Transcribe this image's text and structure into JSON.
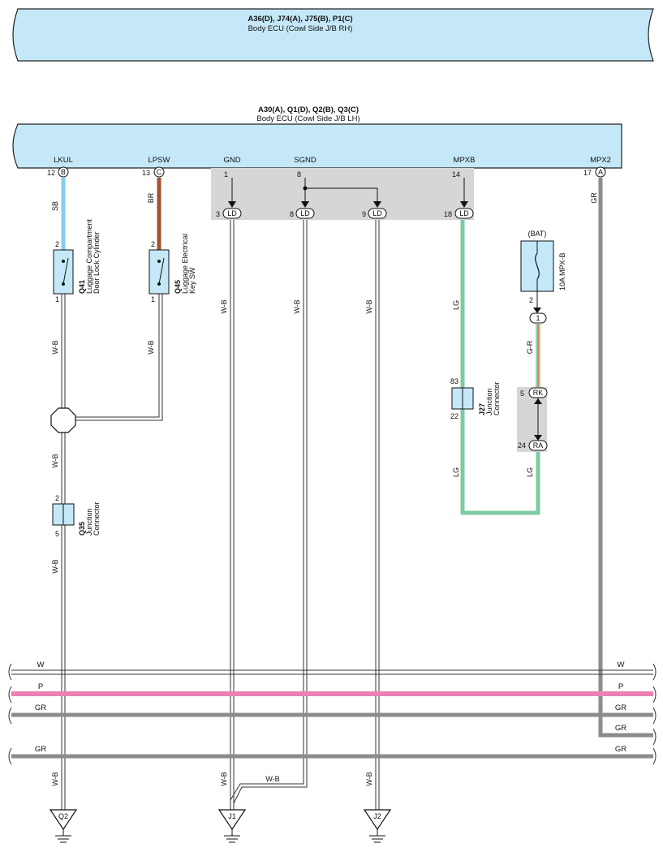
{
  "top_ecu": {
    "title": "A36(D), J74(A), J75(B), P1(C)",
    "subtitle": "Body ECU (Cowl Side J/B RH)"
  },
  "main_ecu": {
    "title": "A30(A), Q1(D), Q2(B), Q3(C)",
    "subtitle": "Body ECU (Cowl Side J/B LH)",
    "terminals": [
      "LKUL",
      "LPSW",
      "GND",
      "SGND",
      "MPXB",
      "MPX2"
    ],
    "pin_numbers": [
      "12",
      "13",
      "1",
      "8",
      "14",
      "17"
    ],
    "connector_letters": [
      "B",
      "C",
      "A"
    ]
  },
  "ld": {
    "label": "LD",
    "pins": [
      "3",
      "8",
      "9",
      "18"
    ]
  },
  "wires": {
    "sb": "SB",
    "br": "BR",
    "wb": "W-B",
    "lg": "LG",
    "gr": "GR",
    "gr_wire": "G-R"
  },
  "components": {
    "q41": {
      "code": "Q41",
      "name1": "Luggage Compartment",
      "name2": "Door Lock Cylinder",
      "pin_top": "2",
      "pin_bottom": "1"
    },
    "q45": {
      "code": "Q45",
      "name1": "Luggage Electrical",
      "name2": "Key SW",
      "pin_top": "2",
      "pin_bottom": "1"
    },
    "q35": {
      "code": "Q35",
      "name1": "Junction",
      "name2": "Connector",
      "pin_top": "2",
      "pin_bottom": "5"
    },
    "j27": {
      "code": "J27",
      "name1": "Junction",
      "name2": "Connector",
      "pin_top": "83",
      "pin_bottom": "22"
    },
    "fuse": {
      "supply": "(BAT)",
      "name": "10A MPX-B",
      "pin": "2",
      "connector": "1"
    },
    "rk": {
      "label": "RK",
      "pin": "5"
    },
    "ra": {
      "label": "RA",
      "pin": "24"
    }
  },
  "bus": {
    "w": "W",
    "p": "P",
    "gr": "GR"
  },
  "grounds": [
    "Q2",
    "J1",
    "J2"
  ],
  "colors": {
    "ecu_fill": "#c4e8f8",
    "sb": "#84cdee",
    "br": "#a0532e",
    "lg": "#7ecba0",
    "gr": "#8c8c8c",
    "pink": "#ec7fb3",
    "gray_box": "#d6d6d6"
  }
}
